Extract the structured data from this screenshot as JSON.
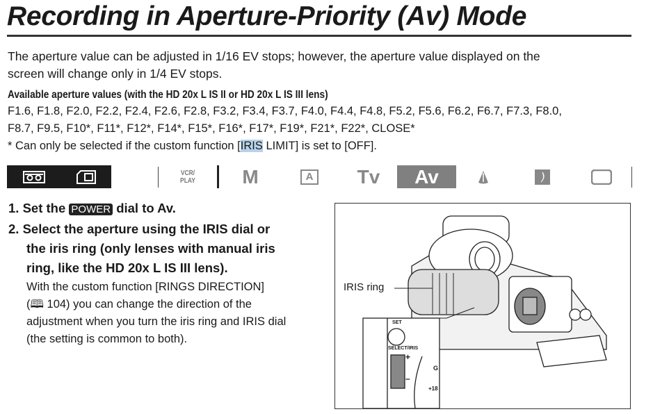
{
  "title": "Recording in Aperture-Priority (Av) Mode",
  "intro": [
    "The aperture value can be adjusted in 1/16 EV stops; however, the aperture value displayed on the",
    "screen will change only in 1/4 EV stops."
  ],
  "values_heading": "Available aperture values (with the HD 20x L IS II or HD 20x L IS III lens)",
  "values": [
    "F1.6, F1.8, F2.0, F2.2, F2.4, F2.6, F2.8, F3.2, F3.4, F3.7, F4.0, F4.4, F4.8, F5.2, F5.6, F6.2, F6.7, F7.3, F8.0,",
    "F8.7, F9.5, F10*, F11*, F12*, F14*, F15*, F16*, F17*, F19*, F21*, F22*, CLOSE*"
  ],
  "footnote": {
    "pre": "* Can only be selected if the custom function [",
    "highlight": "IRIS",
    "post": " LIMIT] is set to [OFF]."
  },
  "modes": {
    "vcr1": "VCR/",
    "vcr2": "PLAY",
    "m": "M",
    "a": "A",
    "tv": "Tv",
    "av": "Av",
    "active": "Av"
  },
  "steps": {
    "s1_pre": "1. Set the ",
    "s1_badge": "POWER",
    "s1_post": " dial to Av.",
    "s2": [
      "2. Select the aperture using the IRIS dial or",
      "the iris ring (only lenses with manual iris",
      "ring, like the HD 20x L IS III lens)."
    ],
    "body": [
      "With the custom function [RINGS DIRECTION]",
      "(🕮 104) you can change the direction of the",
      "adjustment when you turn the iris ring and IRIS dial",
      "(the setting is common to both)."
    ]
  },
  "figure": {
    "callout": "IRIS ring",
    "set": "SET",
    "select": "SELECT/IRIS",
    "plus": "+",
    "minus": "–",
    "g": "G",
    "plus18": "+18"
  }
}
